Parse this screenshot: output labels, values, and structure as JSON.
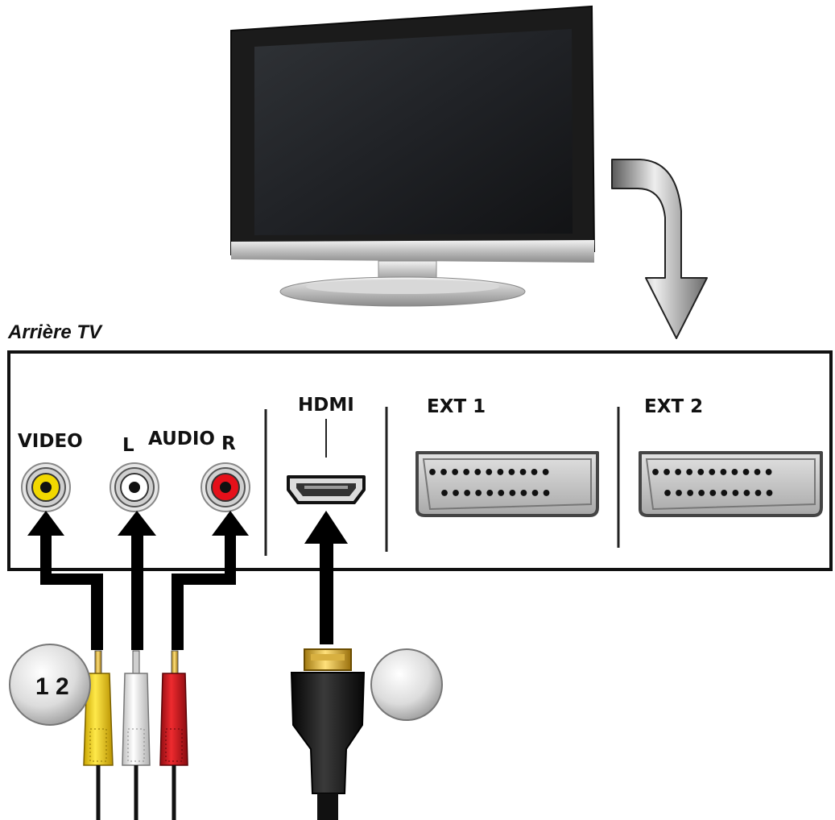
{
  "panel": {
    "title": "Arrière TV"
  },
  "ports": {
    "video": "VIDEO",
    "audio": "AUDIO",
    "left": "L",
    "right": "R",
    "hdmi": "HDMI",
    "ext1": "EXT 1",
    "ext2": "EXT 2"
  },
  "badges": {
    "rca": "1 2",
    "hdmi": ""
  },
  "colors": {
    "video_jack": "#f1d800",
    "audio_left_jack": "#ffffff",
    "audio_right_jack": "#e5101a",
    "arrow": "#000000",
    "tv_frame": "#1b1b1b"
  },
  "icons": {
    "tv": "flat-tv-icon",
    "curved_arrow": "curved-arrow-icon",
    "rca_cable": "rca-cable-icon",
    "hdmi_cable": "hdmi-cable-icon",
    "scart": "scart-port-icon"
  }
}
